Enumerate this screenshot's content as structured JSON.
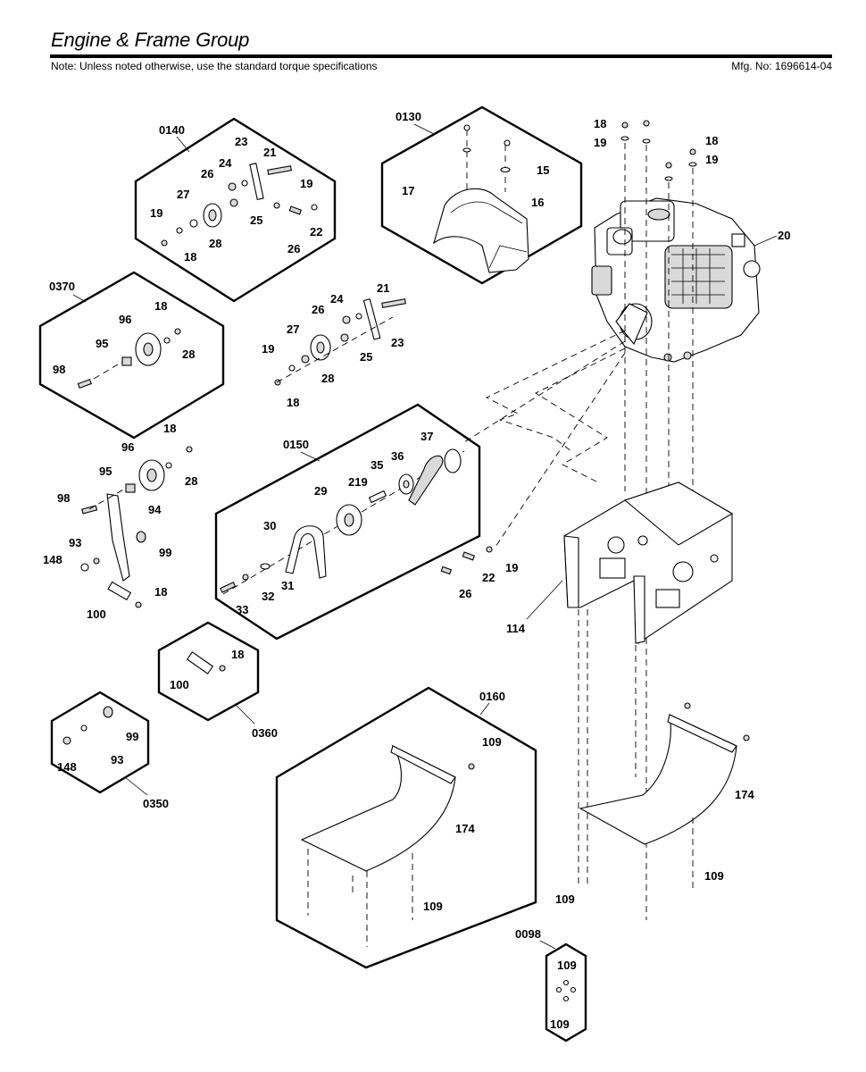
{
  "header": {
    "title": "Engine & Frame Group",
    "note": "Note: Unless noted otherwise, use the standard torque specifications",
    "mfg": "Mfg. No: 1696614-04"
  },
  "groups": [
    "0140",
    "0130",
    "0370",
    "0150",
    "0360",
    "0350",
    "0160",
    "0098"
  ],
  "labels": {
    "g0140": [
      "23",
      "21",
      "24",
      "26",
      "19",
      "27",
      "25",
      "22",
      "19",
      "28",
      "26",
      "18"
    ],
    "g0130": [
      "15",
      "17",
      "16"
    ],
    "g0370": [
      "18",
      "96",
      "95",
      "28",
      "98"
    ],
    "engine": [
      "18",
      "19",
      "18",
      "19",
      "20"
    ],
    "loose_pulley": [
      "24",
      "21",
      "26",
      "27",
      "23",
      "25",
      "19",
      "28",
      "18"
    ],
    "idler": [
      "18",
      "96",
      "95",
      "28",
      "98",
      "94",
      "93",
      "99",
      "148",
      "18",
      "100"
    ],
    "g0150": [
      "37",
      "36",
      "35",
      "219",
      "29",
      "30",
      "31",
      "32",
      "33"
    ],
    "frame": [
      "19",
      "22",
      "26",
      "114"
    ],
    "g0360": [
      "18",
      "100"
    ],
    "g0350": [
      "99",
      "93",
      "148"
    ],
    "g0160": [
      "109",
      "174",
      "109"
    ],
    "shroud": [
      "174",
      "109",
      "109"
    ],
    "g0098": [
      "109",
      "109"
    ]
  }
}
